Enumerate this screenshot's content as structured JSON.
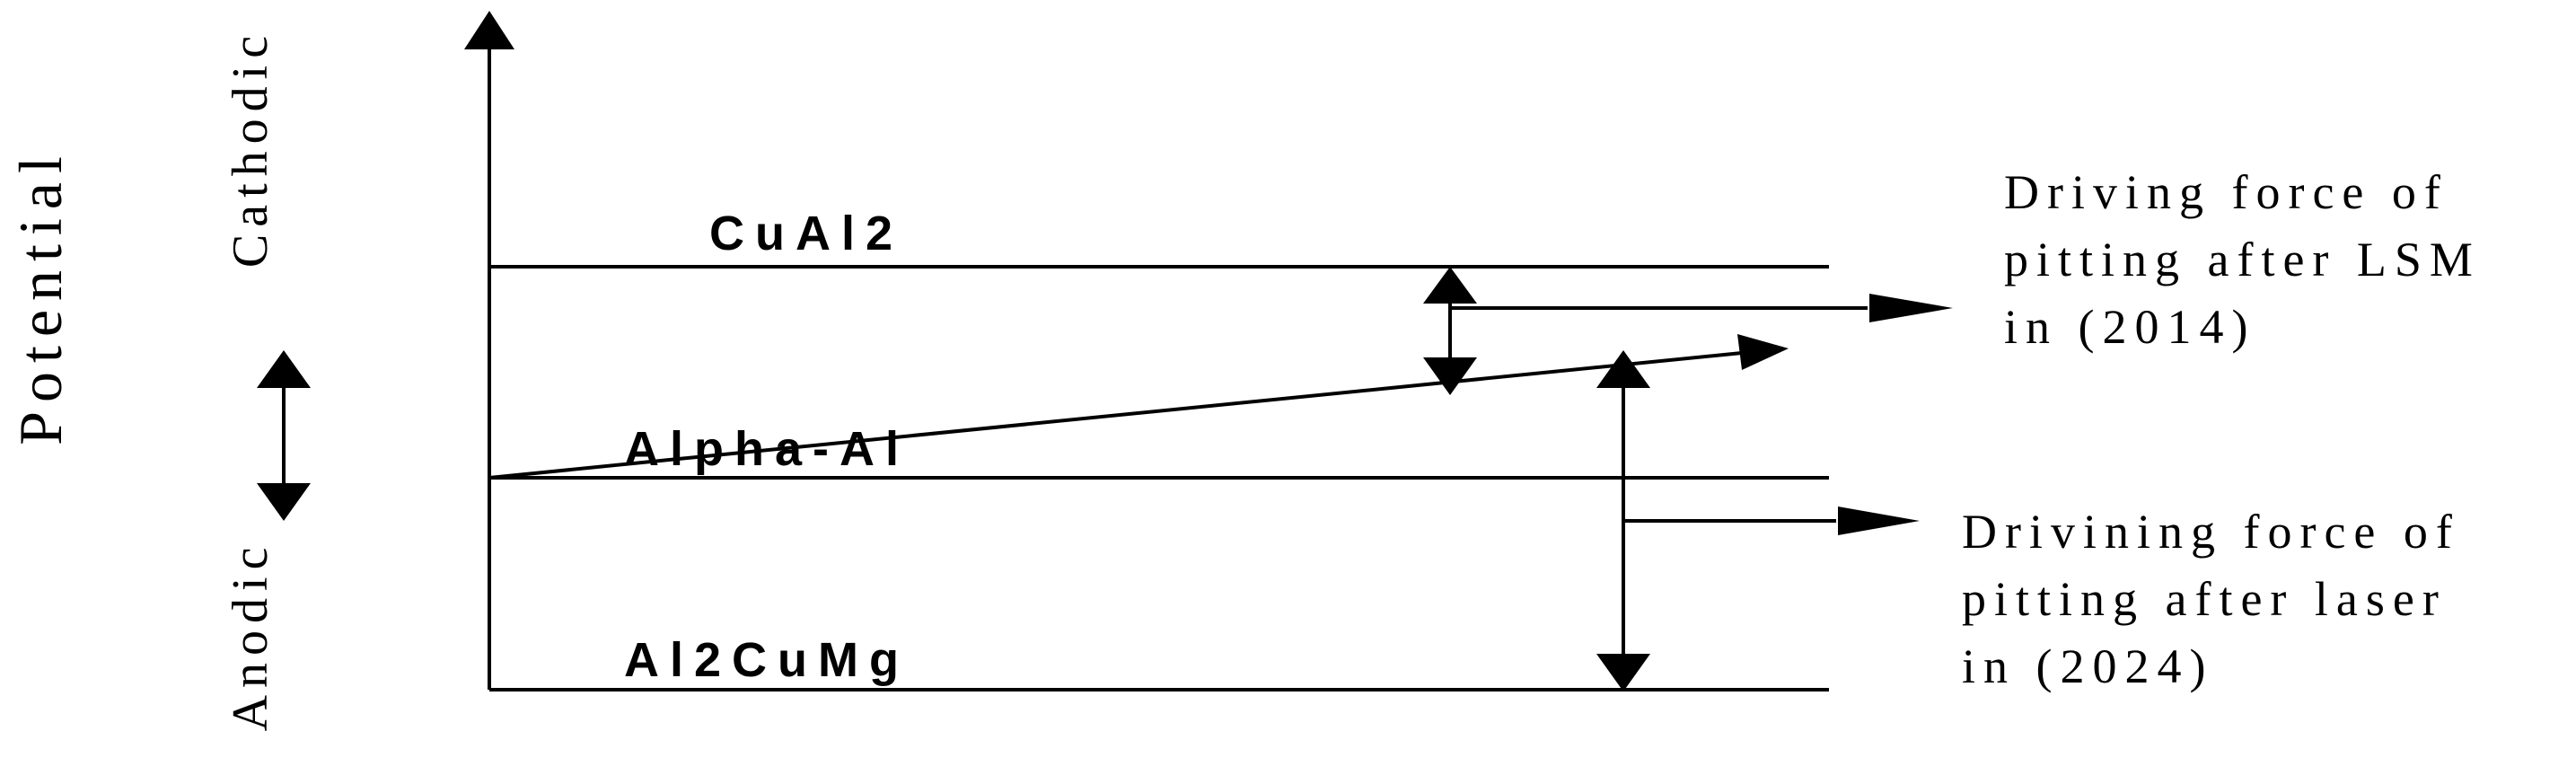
{
  "axis": {
    "title": "Potential",
    "cathodic_label": "Cathodic",
    "anodic_label": "Anodic"
  },
  "phases": {
    "top": "CuAl2",
    "middle": "Alpha-Al",
    "bottom": "Al2CuMg"
  },
  "annotations": {
    "lsm": [
      "Driving force of",
      "pitting after LSM",
      "in (2014)"
    ],
    "laser": [
      "Drivining force of",
      "pitting after laser",
      "in (2024)"
    ]
  },
  "colors": {
    "ink": "#000000",
    "background": "#ffffff"
  }
}
